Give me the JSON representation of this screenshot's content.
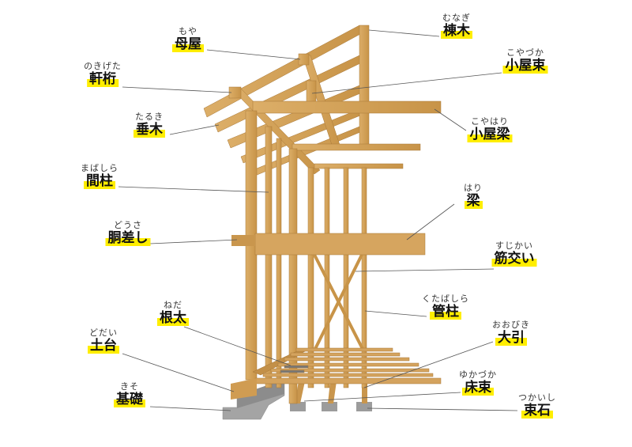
{
  "colors": {
    "wood": "#d4a35e",
    "wood_dark": "#b6843f",
    "wood_light": "#e4b772",
    "concrete": "#9a9a9a",
    "highlight": "#ffee00",
    "leader": "#555555"
  },
  "labels": [
    {
      "id": "moya",
      "furigana": "もや",
      "kanji": "母屋"
    },
    {
      "id": "nokigeta",
      "furigana": "のきげた",
      "kanji": "軒桁"
    },
    {
      "id": "taruki",
      "furigana": "たるき",
      "kanji": "垂木"
    },
    {
      "id": "mabashira",
      "furigana": "まばしら",
      "kanji": "間柱"
    },
    {
      "id": "dousa",
      "furigana": "どうさ",
      "kanji": "胴差し"
    },
    {
      "id": "neda",
      "furigana": "ねだ",
      "kanji": "根太"
    },
    {
      "id": "dodai",
      "furigana": "どだい",
      "kanji": "土台"
    },
    {
      "id": "kiso",
      "furigana": "きそ",
      "kanji": "基礎"
    },
    {
      "id": "munagi",
      "furigana": "むなぎ",
      "kanji": "棟木"
    },
    {
      "id": "koyaduka",
      "furigana": "こやづか",
      "kanji": "小屋束"
    },
    {
      "id": "koyahari",
      "furigana": "こやはり",
      "kanji": "小屋梁"
    },
    {
      "id": "hari",
      "furigana": "はり",
      "kanji": "梁"
    },
    {
      "id": "sujikai",
      "furigana": "すじかい",
      "kanji": "筋交い"
    },
    {
      "id": "kudabashira",
      "furigana": "くたばしら",
      "kanji": "管柱"
    },
    {
      "id": "oobiki",
      "furigana": "おおびき",
      "kanji": "大引"
    },
    {
      "id": "yukaduka",
      "furigana": "ゆかづか",
      "kanji": "床束"
    },
    {
      "id": "tsukaishi",
      "furigana": "つかいし",
      "kanji": "束石"
    }
  ]
}
